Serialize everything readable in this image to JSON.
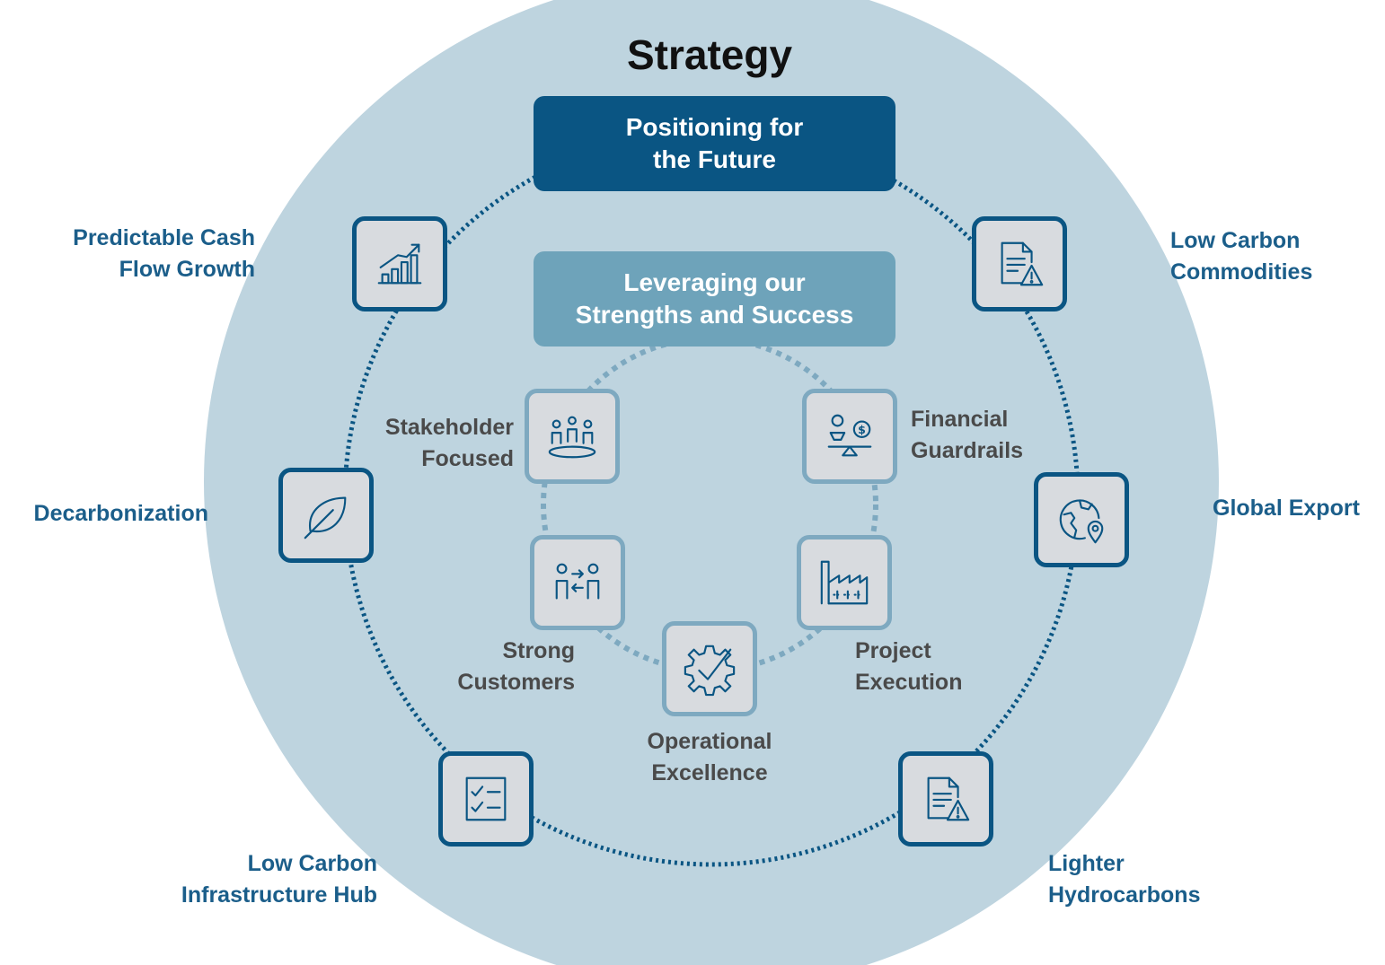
{
  "title": "Strategy",
  "banners": {
    "outer": "Positioning for\nthe Future",
    "inner": "Leveraging our\nStrengths and Success"
  },
  "outer_items": [
    {
      "label": "Predictable Cash\nFlow Growth",
      "icon": "growth-chart-icon"
    },
    {
      "label": "Low Carbon\nCommodities",
      "icon": "document-warning-icon"
    },
    {
      "label": "Decarbonization",
      "icon": "leaf-icon"
    },
    {
      "label": "Global Export",
      "icon": "globe-location-icon"
    },
    {
      "label": "Low Carbon\nInfrastructure Hub",
      "icon": "checklist-icon"
    },
    {
      "label": "Lighter\nHydrocarbons",
      "icon": "document-warning-icon"
    }
  ],
  "inner_items": [
    {
      "label": "Stakeholder\nFocused",
      "icon": "people-group-icon"
    },
    {
      "label": "Financial\nGuardrails",
      "icon": "balance-scale-icon"
    },
    {
      "label": "Strong\nCustomers",
      "icon": "people-exchange-icon"
    },
    {
      "label": "Project\nExecution",
      "icon": "factory-icon"
    },
    {
      "label": "Operational\nExcellence",
      "icon": "gear-check-icon"
    }
  ],
  "colors": {
    "background_circle": "#bed4df",
    "outer_accent": "#0a5583",
    "inner_accent": "#6ea3ba",
    "outer_label": "#1b5e8a",
    "inner_label": "#4a4a4a"
  }
}
